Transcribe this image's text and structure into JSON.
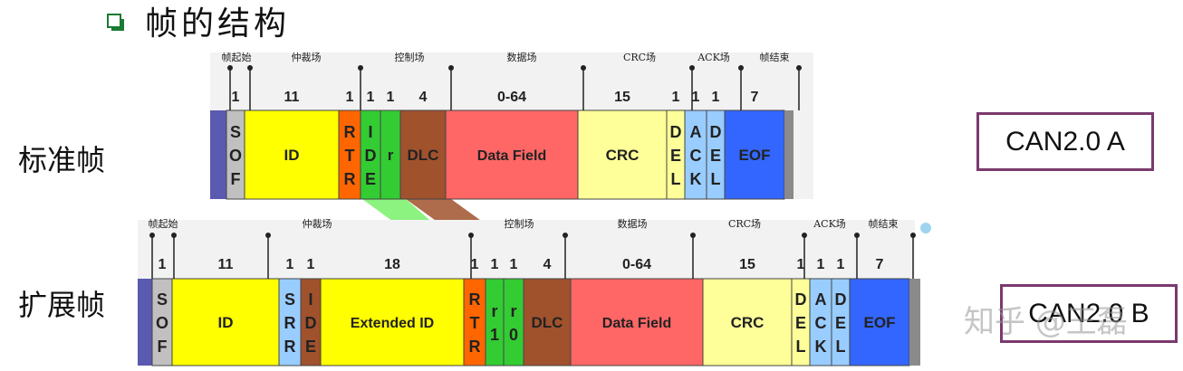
{
  "title": "帧的结构",
  "colors": {
    "accent_box": "#7a3a6e",
    "bullet": "#1a7a32"
  },
  "standard": {
    "label": "标准帧",
    "version": "CAN2.0 A",
    "regions": [
      "帧起始",
      "仲裁场",
      "控制场",
      "数据场",
      "CRC场",
      "ACK场",
      "帧结束"
    ],
    "fields": [
      {
        "name": "SOF",
        "bits": "1",
        "color": "#c0c0c0",
        "vertical": true
      },
      {
        "name": "ID",
        "bits": "11",
        "color": "#ffff00",
        "vertical": false
      },
      {
        "name": "RTR",
        "bits": "1",
        "color": "#ff6600",
        "vertical": true
      },
      {
        "name": "IDE",
        "bits": "1",
        "color": "#33cc33",
        "vertical": true
      },
      {
        "name": "r",
        "bits": "1",
        "color": "#33cc33",
        "vertical": false
      },
      {
        "name": "DLC",
        "bits": "4",
        "color": "#a0522d",
        "vertical": false
      },
      {
        "name": "Data Field",
        "bits": "0-64",
        "color": "#ff6666",
        "vertical": false
      },
      {
        "name": "CRC",
        "bits": "15",
        "color": "#ffff99",
        "vertical": false
      },
      {
        "name": "DEL",
        "bits": "1",
        "color": "#ffff99",
        "vertical": true
      },
      {
        "name": "ACK",
        "bits": "1",
        "color": "#99ccff",
        "vertical": true
      },
      {
        "name": "DEL",
        "bits": "1",
        "color": "#99ccff",
        "vertical": true
      },
      {
        "name": "EOF",
        "bits": "7",
        "color": "#3366ff",
        "vertical": false
      }
    ]
  },
  "extended": {
    "label": "扩展帧",
    "version": "CAN2.0 B",
    "regions": [
      "帧起始",
      "仲裁场",
      "控制场",
      "数据场",
      "CRC场",
      "ACK场",
      "帧结束"
    ],
    "fields": [
      {
        "name": "SOF",
        "bits": "1",
        "color": "#c0c0c0",
        "vertical": true
      },
      {
        "name": "ID",
        "bits": "11",
        "color": "#ffff00",
        "vertical": false
      },
      {
        "name": "SRR",
        "bits": "1",
        "color": "#99ccff",
        "vertical": true
      },
      {
        "name": "IDE",
        "bits": "1",
        "color": "#a0522d",
        "vertical": true
      },
      {
        "name": "Extended ID",
        "bits": "18",
        "color": "#ffff00",
        "vertical": false
      },
      {
        "name": "RTR",
        "bits": "1",
        "color": "#ff6600",
        "vertical": true
      },
      {
        "name": "r1",
        "bits": "1",
        "color": "#33cc33",
        "vertical": true
      },
      {
        "name": "r0",
        "bits": "1",
        "color": "#33cc33",
        "vertical": true
      },
      {
        "name": "DLC",
        "bits": "4",
        "color": "#a0522d",
        "vertical": false
      },
      {
        "name": "Data Field",
        "bits": "0-64",
        "color": "#ff6666",
        "vertical": false
      },
      {
        "name": "CRC",
        "bits": "15",
        "color": "#ffff99",
        "vertical": false
      },
      {
        "name": "DEL",
        "bits": "1",
        "color": "#ffff99",
        "vertical": true
      },
      {
        "name": "ACK",
        "bits": "1",
        "color": "#99ccff",
        "vertical": true
      },
      {
        "name": "DEL",
        "bits": "1",
        "color": "#99ccff",
        "vertical": true
      },
      {
        "name": "EOF",
        "bits": "7",
        "color": "#3366ff",
        "vertical": false
      }
    ]
  },
  "watermark": "知乎 @王磊"
}
